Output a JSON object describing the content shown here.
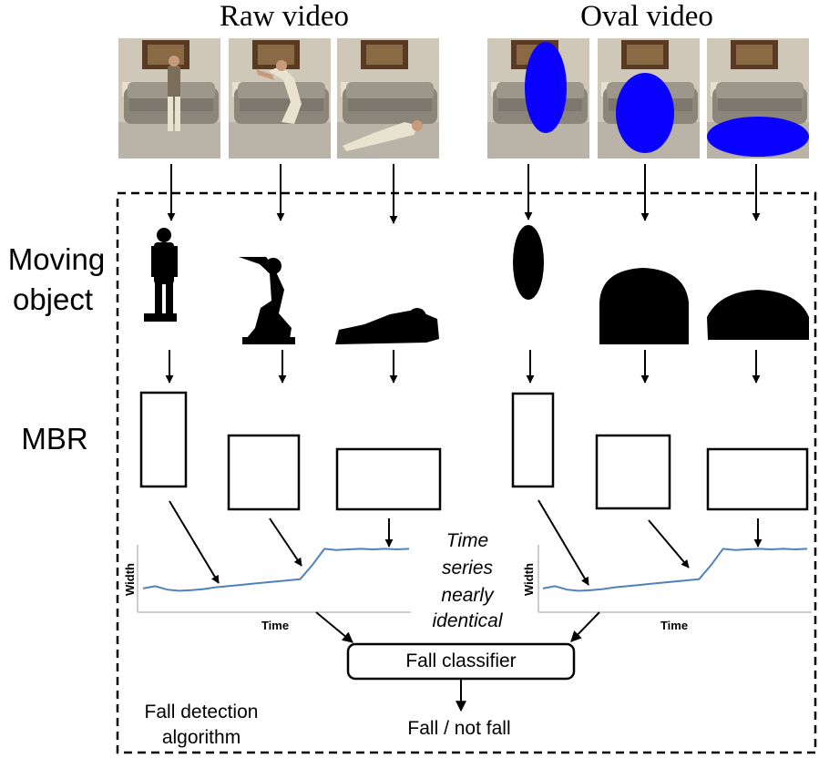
{
  "titles": {
    "raw": "Raw video",
    "oval": "Oval video"
  },
  "rows": {
    "moving_line1": "Moving",
    "moving_line2": "object",
    "mbr": "MBR"
  },
  "time_series_note": {
    "line1": "Time",
    "line2": "series",
    "line3": "nearly",
    "line4": "identical"
  },
  "plot_labels": {
    "x": "Time",
    "y": "Width"
  },
  "classifier": "Fall classifier",
  "output": "Fall / not fall",
  "algorithm": {
    "line1": "Fall detection",
    "line2": "algorithm"
  },
  "colors": {
    "oval": "#0a00ff",
    "series": "#4f81bd",
    "stroke": "#000000"
  }
}
